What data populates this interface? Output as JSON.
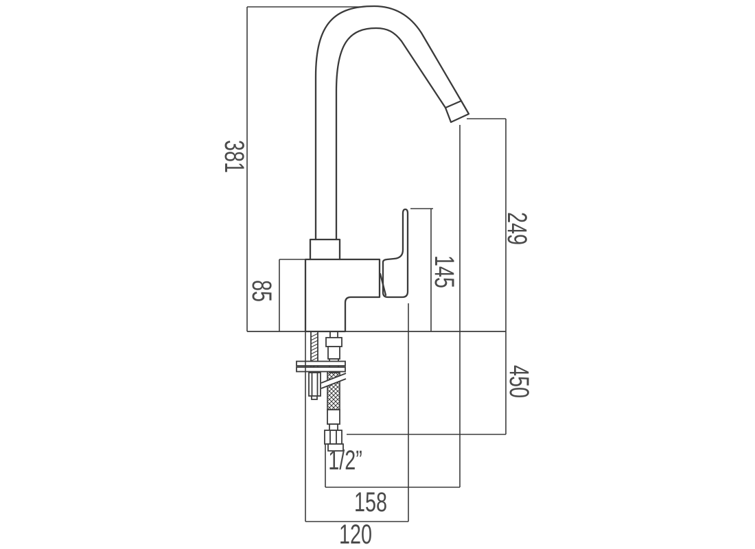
{
  "colors": {
    "line": "#3a3a3a",
    "text": "#4a4a4a",
    "background": "#ffffff"
  },
  "dimensions": {
    "overall_height": "381",
    "outlet_height": "249",
    "handle_height": "145",
    "body_height": "85",
    "hose_length": "450",
    "connection_size": "1/2”",
    "outlet_reach": "158",
    "base_depth": "120"
  }
}
